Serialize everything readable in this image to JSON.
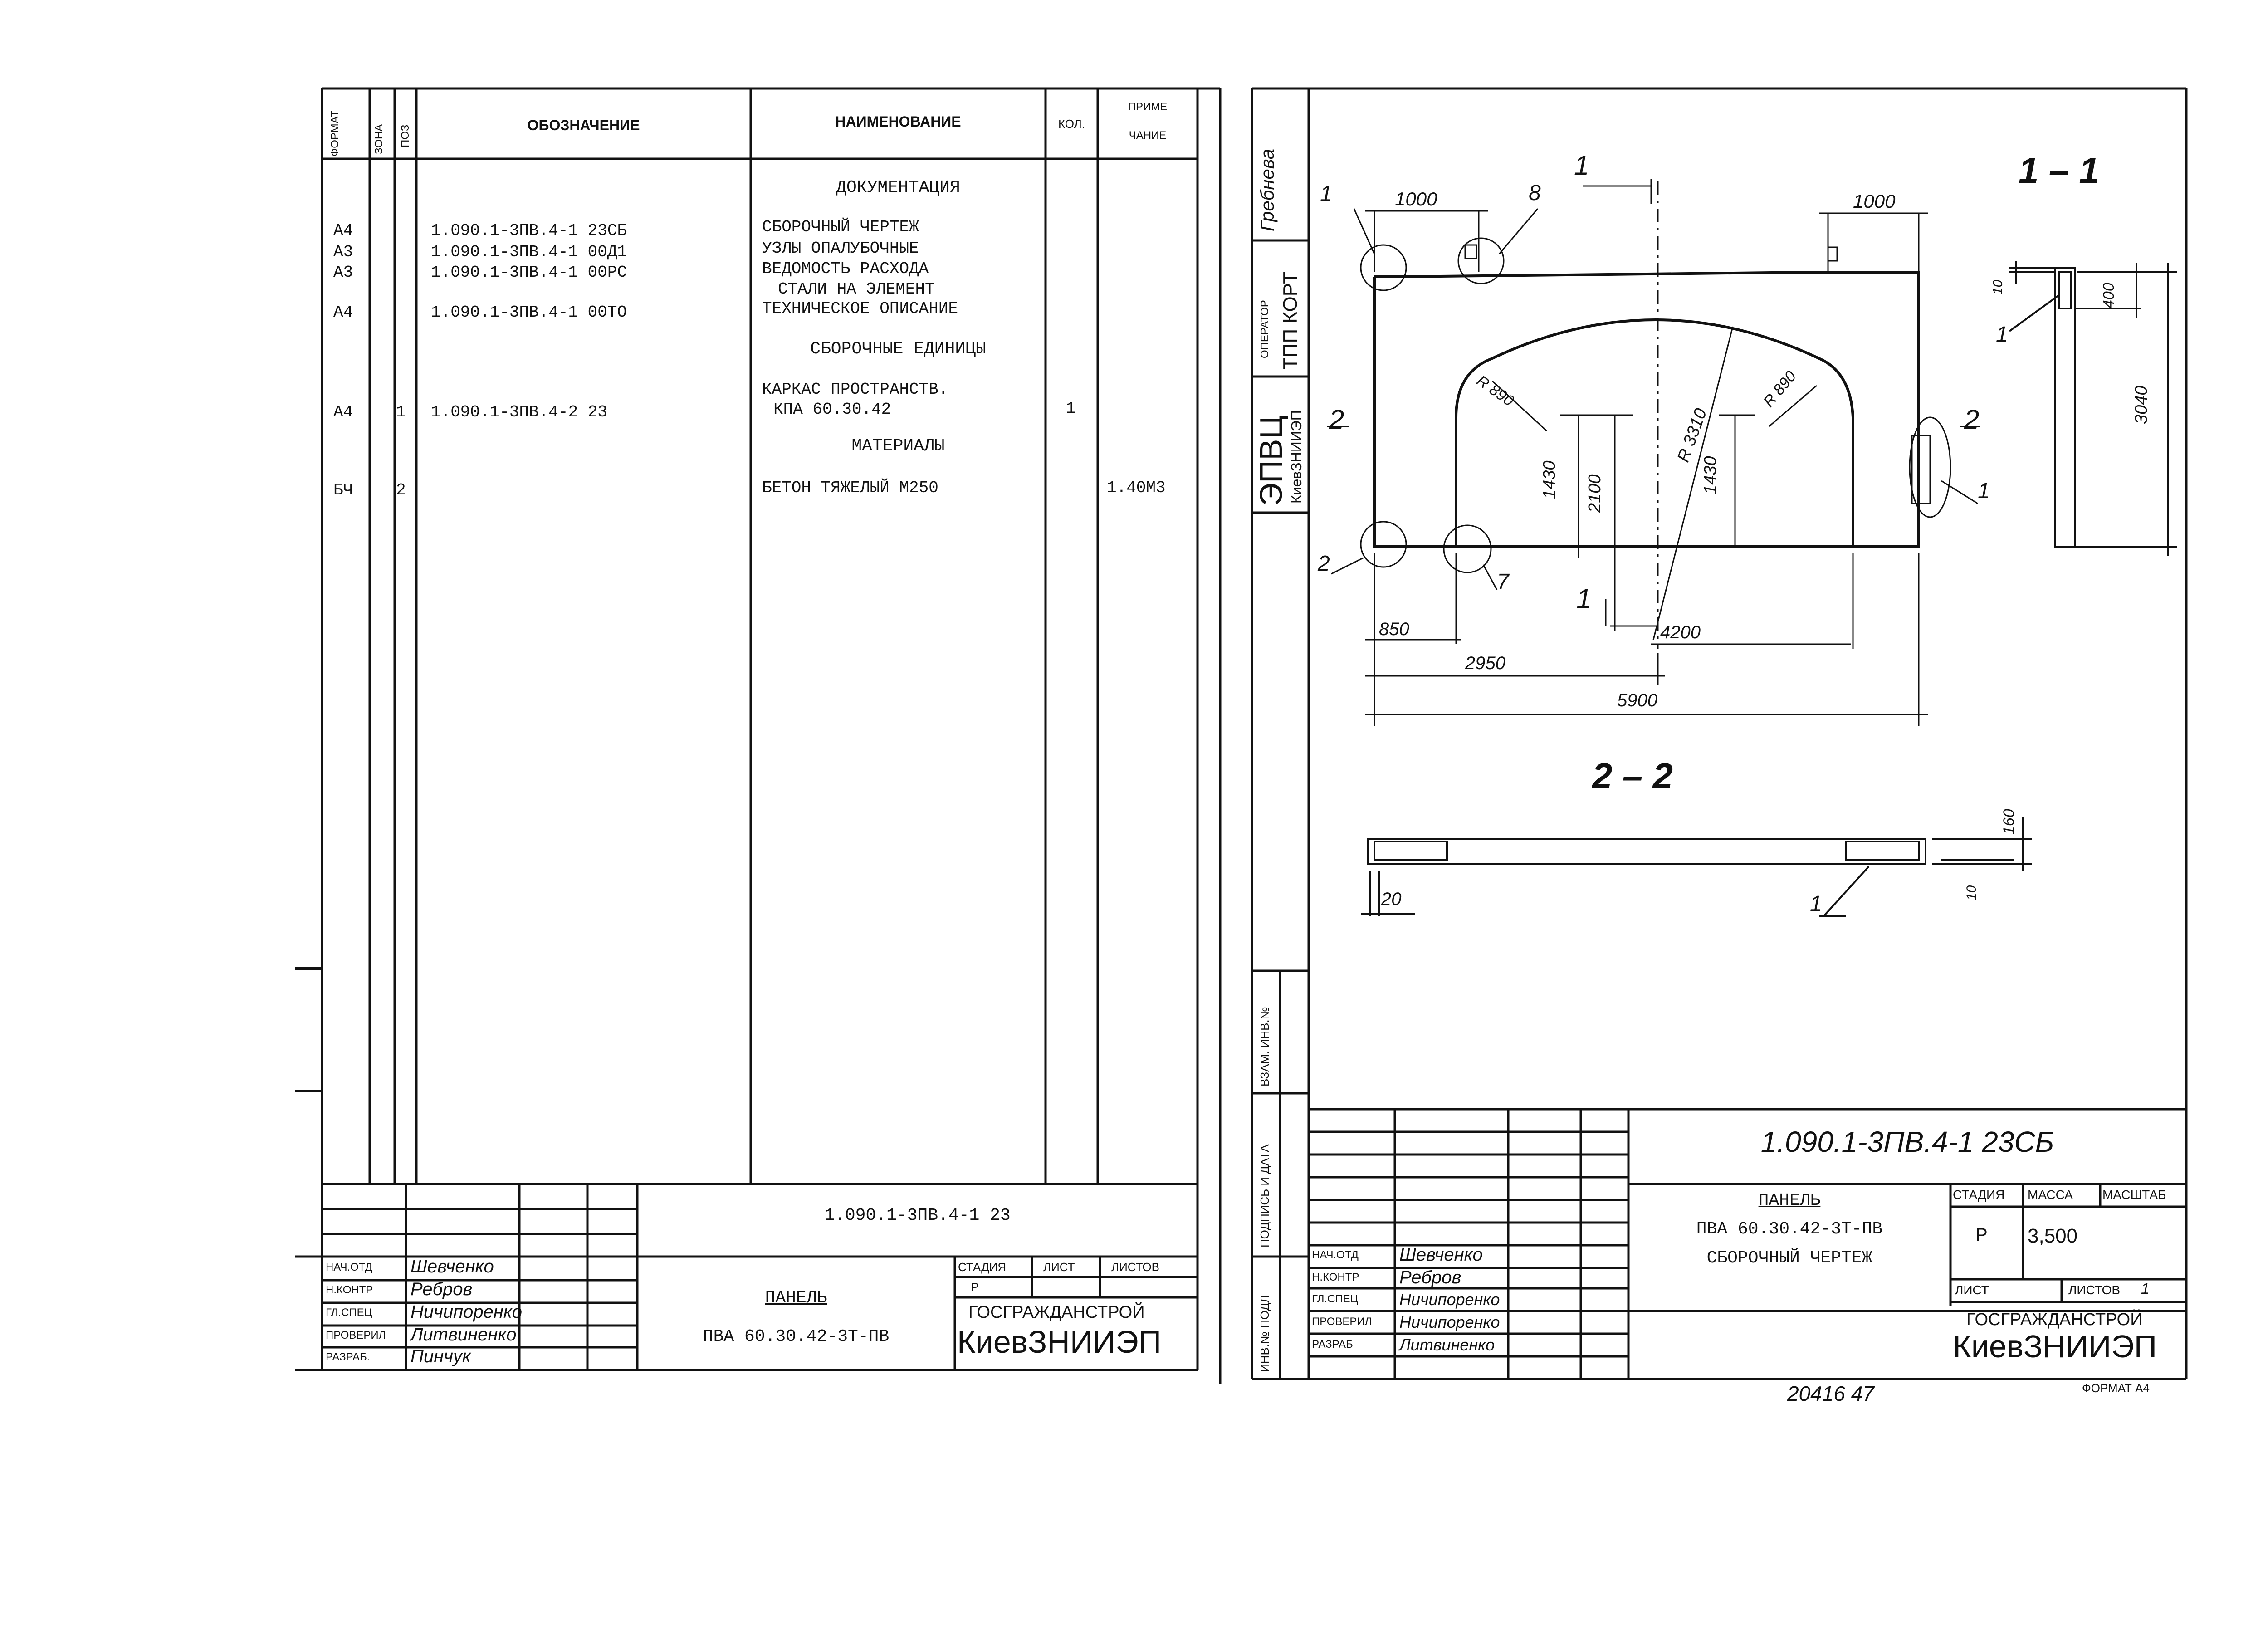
{
  "spec": {
    "headers": {
      "format": "ФОРМАТ",
      "zone": "ЗОНА",
      "pos": "ПОЗ",
      "designation": "ОБОЗНАЧЕНИЕ",
      "name": "НАИМЕНОВАНИЕ",
      "qty": "КОЛ.",
      "note1": "ПРИМЕ",
      "note2": "ЧАНИЕ"
    },
    "section_docs": "ДОКУМЕНТАЦИЯ",
    "section_units": "СБОРОЧНЫЕ ЕДИНИЦЫ",
    "section_materials": "МАТЕРИАЛЫ",
    "rows": [
      {
        "format": "А4",
        "pos": "",
        "designation": "1.090.1-3ПВ.4-1 23СБ",
        "name": "СБОРОЧНЫЙ ЧЕРТЕЖ",
        "qty": "",
        "note": ""
      },
      {
        "format": "А3",
        "pos": "",
        "designation": "1.090.1-3ПВ.4-1 00Д1",
        "name": "УЗЛЫ ОПАЛУБОЧНЫЕ",
        "qty": "",
        "note": ""
      },
      {
        "format": "А3",
        "pos": "",
        "designation": "1.090.1-3ПВ.4-1 00РС",
        "name": "ВЕДОМОСТЬ РАСХОДА",
        "qty": "",
        "note": ""
      },
      {
        "format": "",
        "pos": "",
        "designation": "",
        "name": "СТАЛИ НА ЭЛЕМЕНТ",
        "qty": "",
        "note": ""
      },
      {
        "format": "А4",
        "pos": "",
        "designation": "1.090.1-3ПВ.4-1 00ТО",
        "name": "ТЕХНИЧЕСКОЕ ОПИСАНИЕ",
        "qty": "",
        "note": ""
      },
      {
        "format": "А4",
        "pos": "1",
        "designation": "1.090.1-3ПВ.4-2 23",
        "name": "КАРКАС ПРОСТРАНСТВ.",
        "qty": "1",
        "note": ""
      },
      {
        "format": "",
        "pos": "",
        "designation": "",
        "name": "КПА 60.30.42",
        "qty": "",
        "note": ""
      },
      {
        "format": "БЧ",
        "pos": "2",
        "designation": "",
        "name": "БЕТОН ТЯЖЕЛЫЙ М250",
        "qty": "",
        "note": "1.40М3"
      }
    ],
    "titleblock": {
      "code": "1.090.1-3ПВ.4-1 23",
      "title1": "ПАНЕЛЬ",
      "title2": "ПВА 60.30.42-3Т-ПВ",
      "stage": "СТАДИЯ",
      "sheet": "ЛИСТ",
      "sheets": "ЛИСТОВ",
      "stage_val": "Р",
      "org1": "ГОСГРАЖДАНСТРОЙ",
      "org2": "КиевЗНИИЭП",
      "roles": [
        "НАЧ.ОТД",
        "Н.КОНТР",
        "ГЛ.СПЕЦ",
        "ПРОВЕРИЛ",
        "РАЗРАБ."
      ],
      "names": [
        "Шевченко",
        "Ребров",
        "Ничипоренко",
        "Литвиненко",
        "Пинчук"
      ]
    }
  },
  "drawing": {
    "side": {
      "name1": "Гребнева",
      "op": "ОПЕРАТОР",
      "tpp": "ТПП КОРТ",
      "epvc": "ЭПВЦ",
      "kiev": "КиевЗНИИЭП",
      "vzam": "ВЗАМ. ИНВ.№",
      "podp": "ПОДПИСЬ И ДАТА",
      "inv": "ИНВ.№ ПОДЛ"
    },
    "section11": "1 – 1",
    "section22": "2 – 2",
    "dims": {
      "d1000a": "1000",
      "d1000b": "1000",
      "r890a": "R 890",
      "r890b": "R 890",
      "r3310": "R 3310",
      "d1430a": "1430",
      "d2100": "2100",
      "d1430b": "1430",
      "d850": "850",
      "d4200": "4200",
      "d2950": "2950",
      "d5900": "5900",
      "d10": "10",
      "d400": "400",
      "d3040": "3040",
      "d160": "160",
      "d10b": "10",
      "d20": "20"
    },
    "callouts": {
      "c1a": "1",
      "c8": "8",
      "c1b": "1",
      "c2": "2",
      "c7": "7",
      "c1c": "1",
      "c1d": "1",
      "c1e": "1",
      "s2l": "2",
      "s2r": "2",
      "s1t": "1",
      "s1b": "1"
    },
    "titleblock": {
      "code": "1.090.1-3ПВ.4-1 23СБ",
      "title1": "ПАНЕЛЬ",
      "title2": "ПВА 60.30.42-3Т-ПВ",
      "title3": "СБОРОЧНЫЙ ЧЕРТЕЖ",
      "stage": "СТАДИЯ",
      "mass": "МАССА",
      "scale": "МАСШТАБ",
      "stage_val": "Р",
      "mass_val": "3,500",
      "sheet": "ЛИСТ",
      "sheets": "ЛИСТОВ",
      "sheets_val": "1",
      "org1": "ГОСГРАЖДАНСТРОЙ",
      "org2": "КиевЗНИИЭП",
      "roles": [
        "НАЧ.ОТД",
        "Н.КОНТР",
        "ГЛ.СПЕЦ",
        "ПРОВЕРИЛ",
        "РАЗРАБ"
      ],
      "names": [
        "Шевченко",
        "Ребров",
        "Ничипоренко",
        "Ничипоренко",
        "Литвиненко"
      ]
    },
    "footer_num": "20416  47",
    "format": "ФОРМАТ А4"
  }
}
